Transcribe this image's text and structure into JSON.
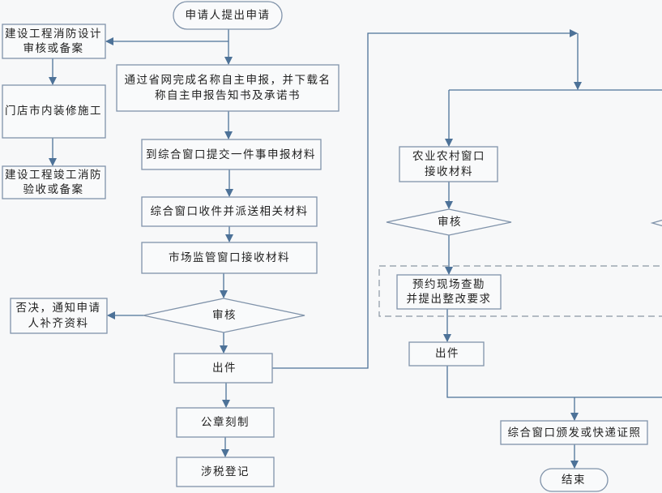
{
  "colors": {
    "connector": "#4d7298",
    "box_border": "#8093aa",
    "background": "#f7f8f9"
  },
  "nodes": {
    "start": "申请人提出申请",
    "fire_design": [
      "建设工程消防设计",
      "审核或备案"
    ],
    "renovation": "门店市内装修施工",
    "fire_acceptance": [
      "建设工程竣工消防",
      "验收或备案"
    ],
    "online_declare": [
      "通过省网完成名称自主申报，并下载名",
      "称自主申报告知书及承诺书"
    ],
    "submit_materials": "到综合窗口提交一件事申报材料",
    "dispatch_materials": "综合窗口收件并派送相关材料",
    "market_receive": "市场监管窗口接收材料",
    "market_review": "审核",
    "reject": [
      "否决，通知申请",
      "人补齐资料"
    ],
    "market_issue": "出件",
    "seal": "公章刻制",
    "tax": "涉税登记",
    "agri_receive": [
      "农业农村窗口",
      "接收材料"
    ],
    "agri_review": "审核",
    "inspection": [
      "预约现场查勘",
      "并提出整改要求"
    ],
    "agri_issue": "出件",
    "deliver": "综合窗口颁发或快递证照",
    "end": "结束"
  }
}
